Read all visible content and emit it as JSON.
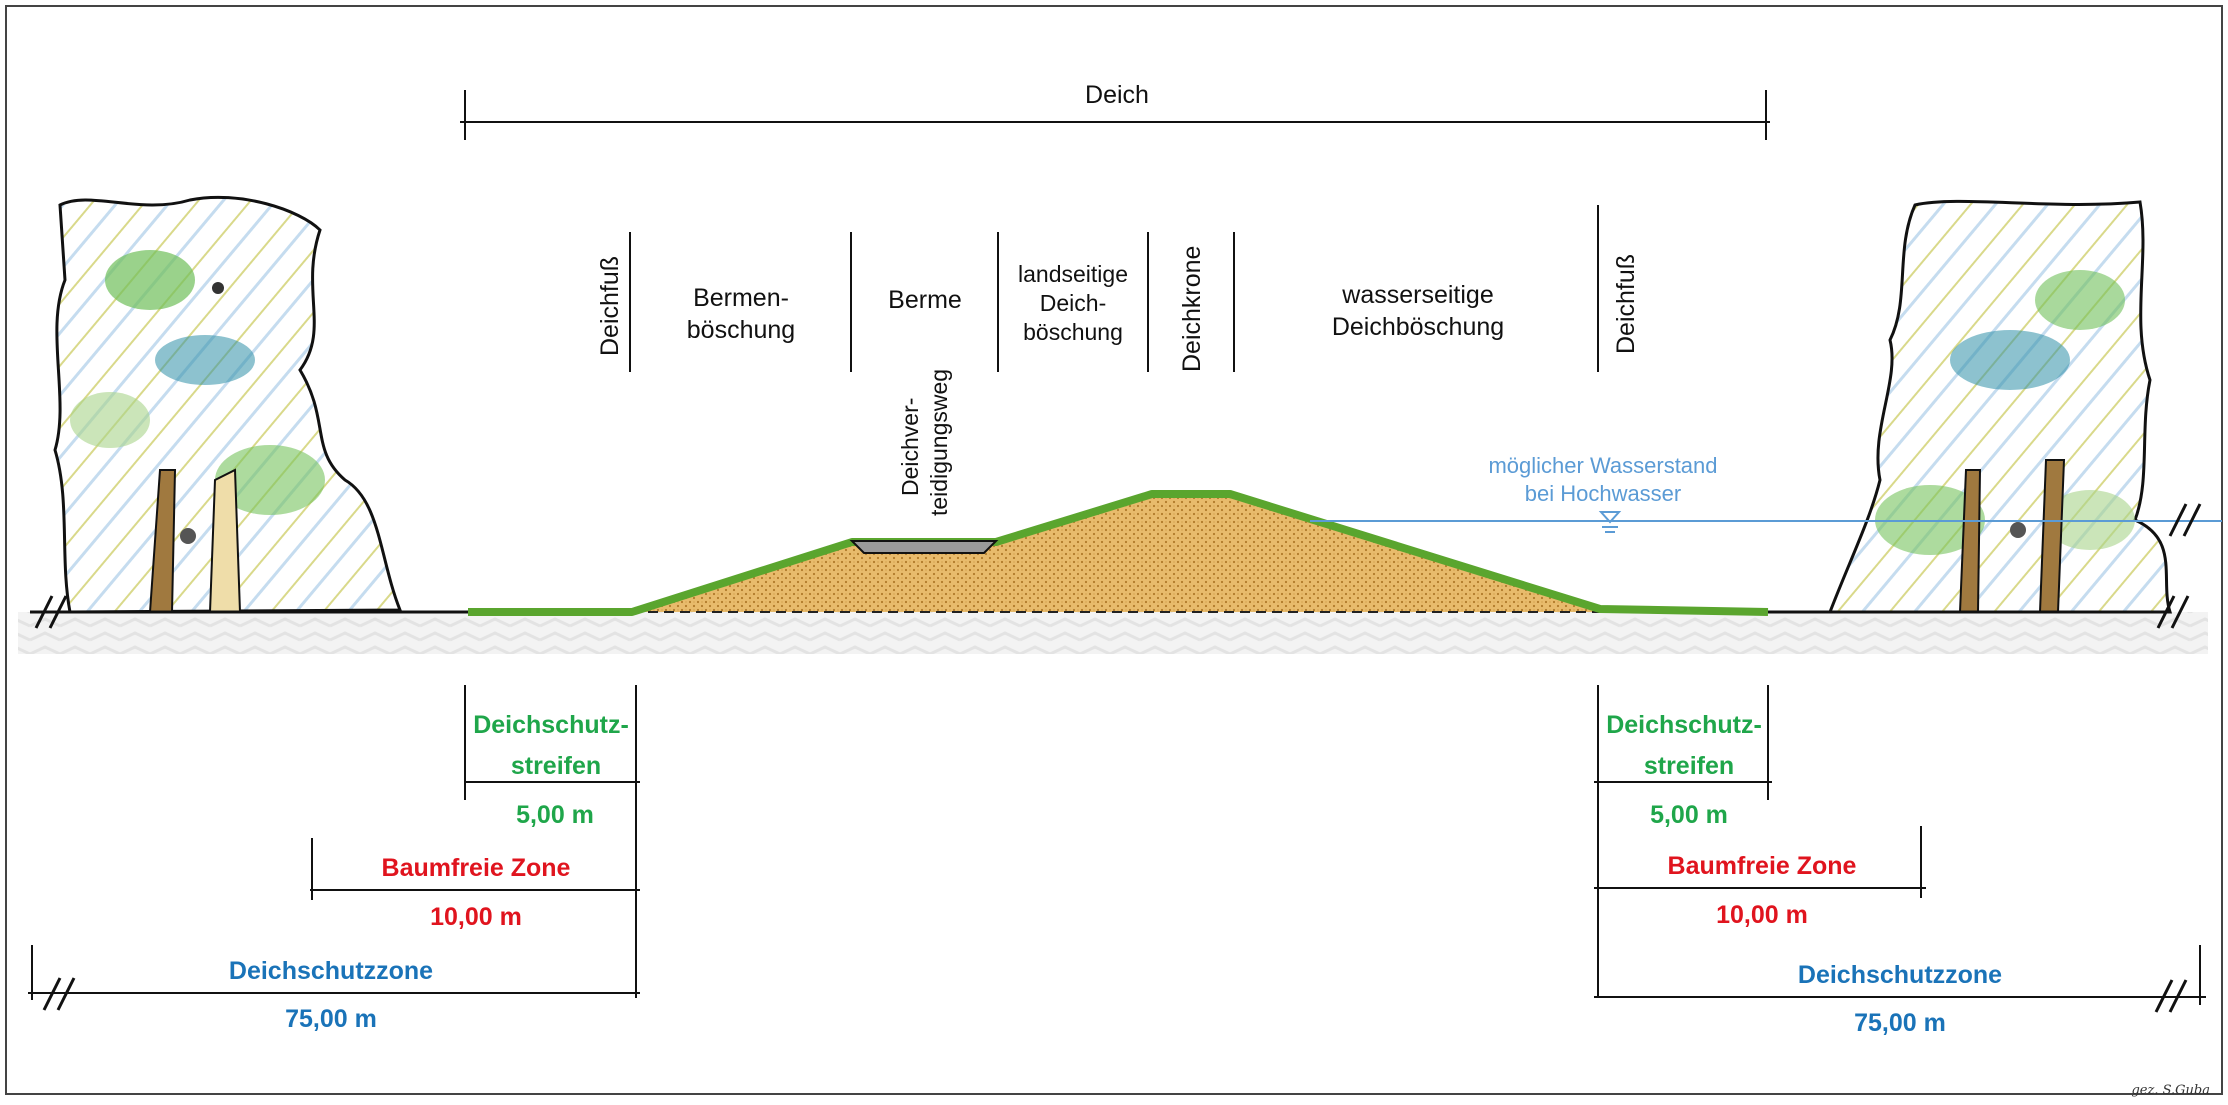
{
  "diagram": {
    "title": "Deich",
    "section_labels": {
      "deichfuss_left": "Deichfuß",
      "bermen_line1": "Bermen-",
      "bermen_line2": "böschung",
      "berme": "Berme",
      "landseitig_line1": "landseitige",
      "landseitig_line2": "Deich-",
      "landseitig_line3": "böschung",
      "deichkrone": "Deichkrone",
      "wasserseitig_line1": "wasserseitige",
      "wasserseitig_line2": "Deichböschung",
      "deichfuss_right": "Deichfuß"
    },
    "road_line1": "Deichver-",
    "road_line2": "teidigungsweg",
    "water_line1": "möglicher Wasserstand",
    "water_line2": "bei Hochwasser",
    "zones": {
      "schutzstreifen_line1": "Deichschutz-",
      "schutzstreifen_line2": "streifen",
      "schutzstreifen_value": "5,00 m",
      "baumfrei_label": "Baumfreie Zone",
      "baumfrei_value": "10,00 m",
      "schutzzone_label": "Deichschutzzone",
      "schutzzone_value": "75,00 m"
    },
    "signature": "gez. S.Guba",
    "colors": {
      "green_zone": "#1fa64a",
      "red_zone": "#e0141e",
      "blue_zone": "#1a73b8",
      "water": "#5b9bd5",
      "dike_fill": "#e6b96a",
      "dike_grass": "#5aa52e",
      "road": "#9a9a9a"
    }
  }
}
